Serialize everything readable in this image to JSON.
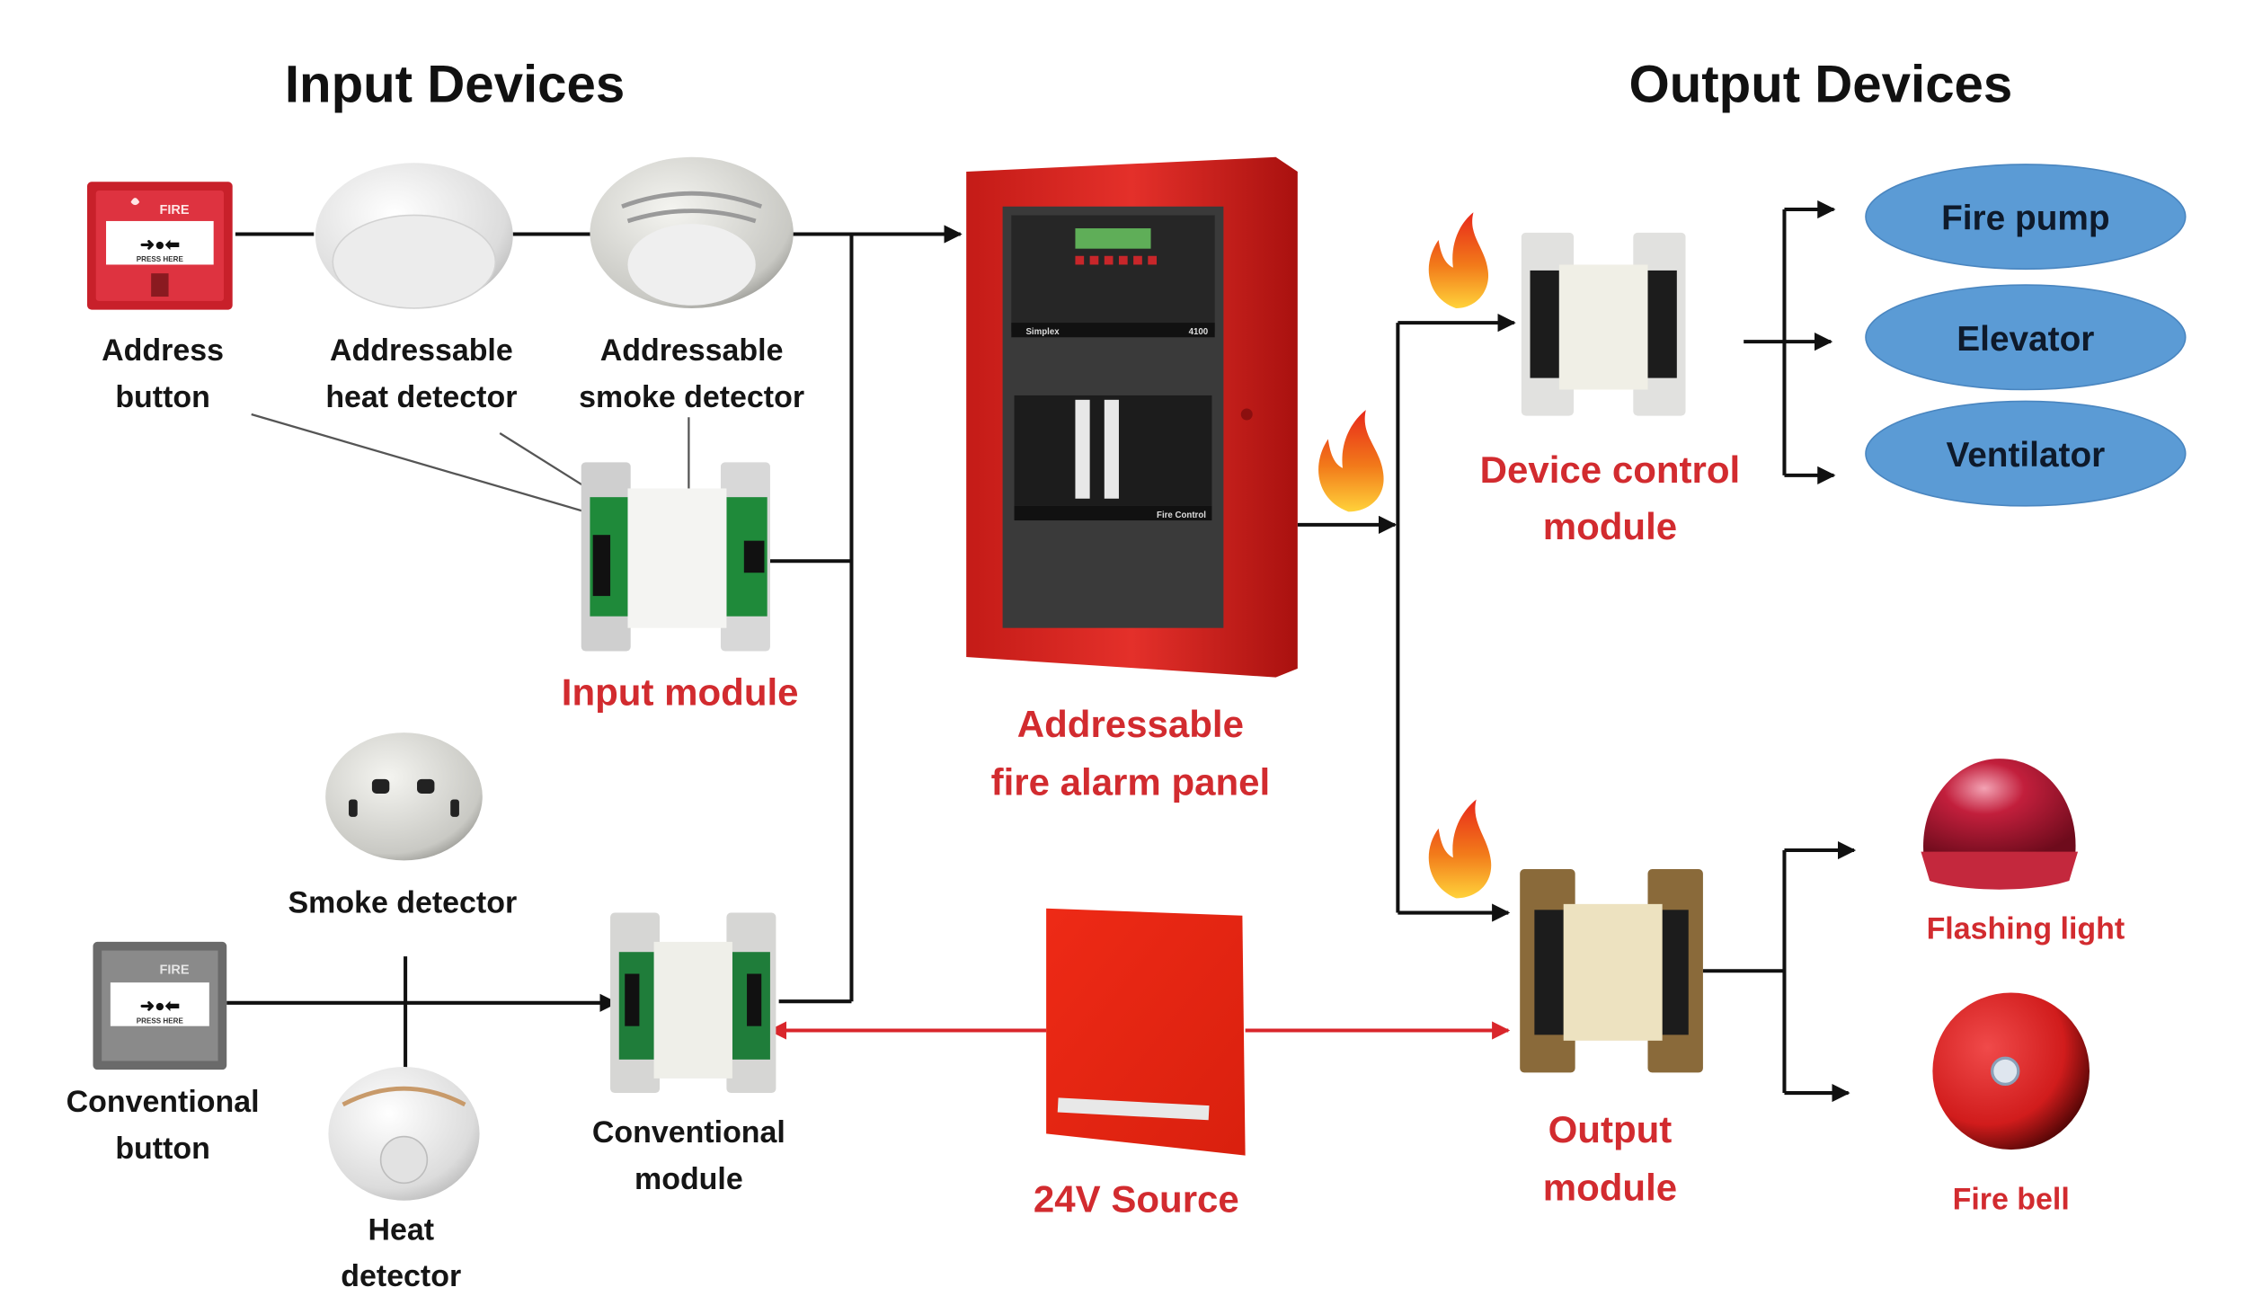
{
  "headers": {
    "input": "Input Devices",
    "output": "Output Devices"
  },
  "input_devices": {
    "address_button": [
      "Address",
      "button"
    ],
    "addressable_heat_detector": [
      "Addressable",
      "heat detector"
    ],
    "addressable_smoke_detector": [
      "Addressable",
      "smoke detector"
    ],
    "input_module": "Input module",
    "smoke_detector": "Smoke detector",
    "conventional_button": [
      "Conventional",
      "button"
    ],
    "heat_detector": [
      "Heat",
      "detector"
    ],
    "conventional_module": [
      "Conventional",
      "module"
    ]
  },
  "panel": {
    "label": [
      "Addressable",
      "fire alarm panel"
    ],
    "brand_text": "Simplex",
    "model_text": "4100",
    "section_text": "Fire Control"
  },
  "power": {
    "label": "24V Source"
  },
  "output_devices": {
    "device_control_module": [
      "Device control",
      "module"
    ],
    "controlled": [
      "Fire pump",
      "Elevator",
      "Ventilator"
    ],
    "output_module": [
      "Output",
      "module"
    ],
    "flashing_light": "Flashing light",
    "fire_bell": "Fire bell"
  },
  "device_text": {
    "call_point_fire": "FIRE",
    "call_point_press": "PRESS HERE"
  },
  "colors": {
    "label_red": "#d22b2f",
    "ellipse_blue": "#5b9bd5",
    "panel_red": "#d9231f",
    "wire_black": "#111111",
    "wire_red": "#d9262b"
  }
}
